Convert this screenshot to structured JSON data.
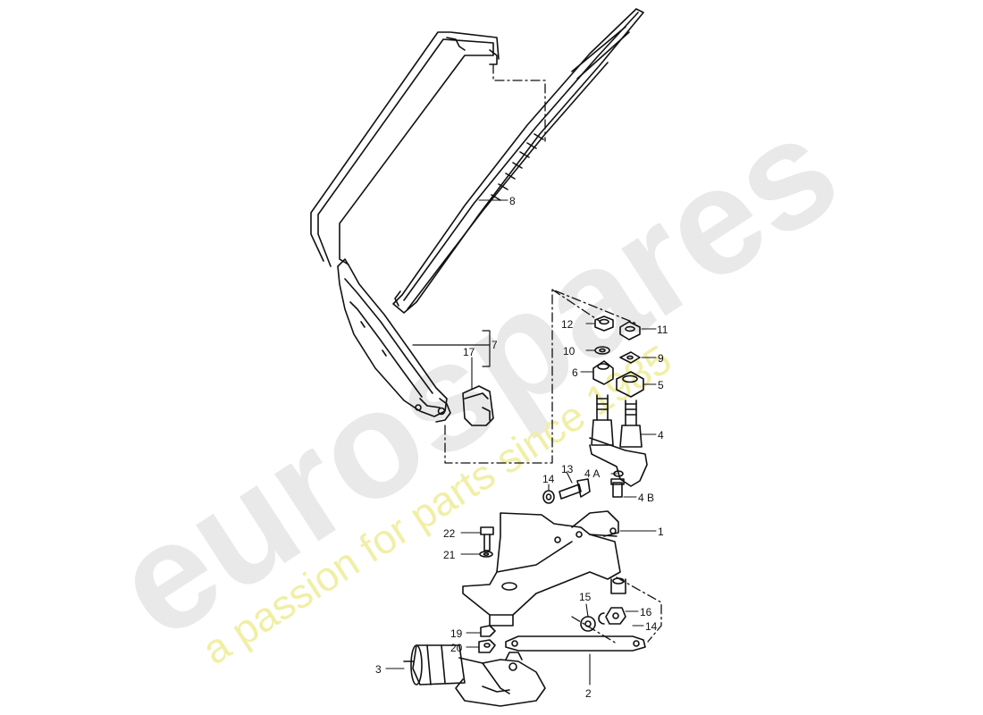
{
  "watermark": {
    "brand": "eurospares",
    "tagline": "a passion for parts since 1985"
  },
  "callouts": [
    {
      "id": "c8",
      "text": "8"
    },
    {
      "id": "c12",
      "text": "12"
    },
    {
      "id": "c11",
      "text": "11"
    },
    {
      "id": "c10",
      "text": "10"
    },
    {
      "id": "c9",
      "text": "9"
    },
    {
      "id": "c6",
      "text": "6"
    },
    {
      "id": "c5",
      "text": "5"
    },
    {
      "id": "c7",
      "text": "7"
    },
    {
      "id": "c17",
      "text": "17"
    },
    {
      "id": "c4",
      "text": "4"
    },
    {
      "id": "c4a",
      "text": "4 A"
    },
    {
      "id": "c4b",
      "text": "4 B"
    },
    {
      "id": "c13",
      "text": "13"
    },
    {
      "id": "c14a",
      "text": "14"
    },
    {
      "id": "c1",
      "text": "1"
    },
    {
      "id": "c22",
      "text": "22"
    },
    {
      "id": "c21",
      "text": "21"
    },
    {
      "id": "c15",
      "text": "15"
    },
    {
      "id": "c16",
      "text": "16"
    },
    {
      "id": "c14b",
      "text": "14"
    },
    {
      "id": "c19",
      "text": "19"
    },
    {
      "id": "c20",
      "text": "20"
    },
    {
      "id": "c3",
      "text": "3"
    },
    {
      "id": "c2",
      "text": "2"
    }
  ]
}
